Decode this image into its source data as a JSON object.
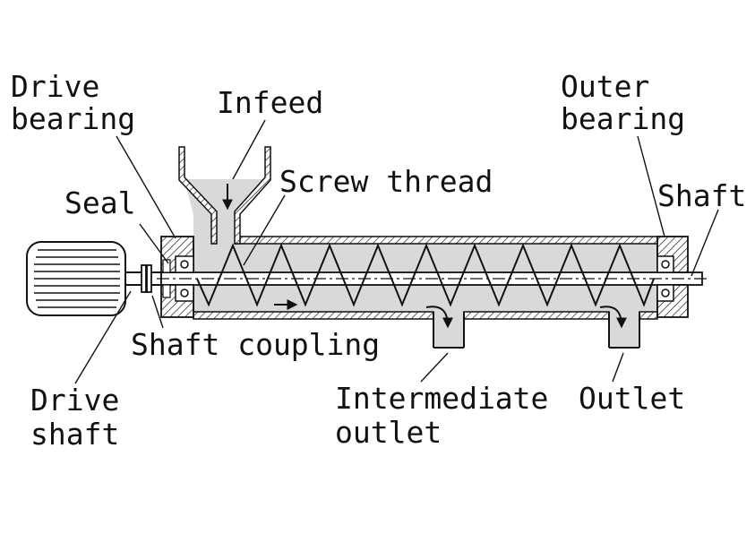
{
  "labels": {
    "drive_bearing": [
      "Drive",
      "bearing"
    ],
    "infeed": "Infeed",
    "outer_bearing": [
      "Outer",
      "bearing"
    ],
    "screw_thread": "Screw thread",
    "seal": "Seal",
    "shaft": "Shaft",
    "shaft_coupling": "Shaft coupling",
    "drive_shaft": [
      "Drive",
      "shaft"
    ],
    "intermediate_outlet": [
      "Intermediate",
      "outlet"
    ],
    "outlet": "Outlet"
  },
  "colors": {
    "material": "#d9d9d9",
    "line": "#111111",
    "background": "#ffffff"
  }
}
